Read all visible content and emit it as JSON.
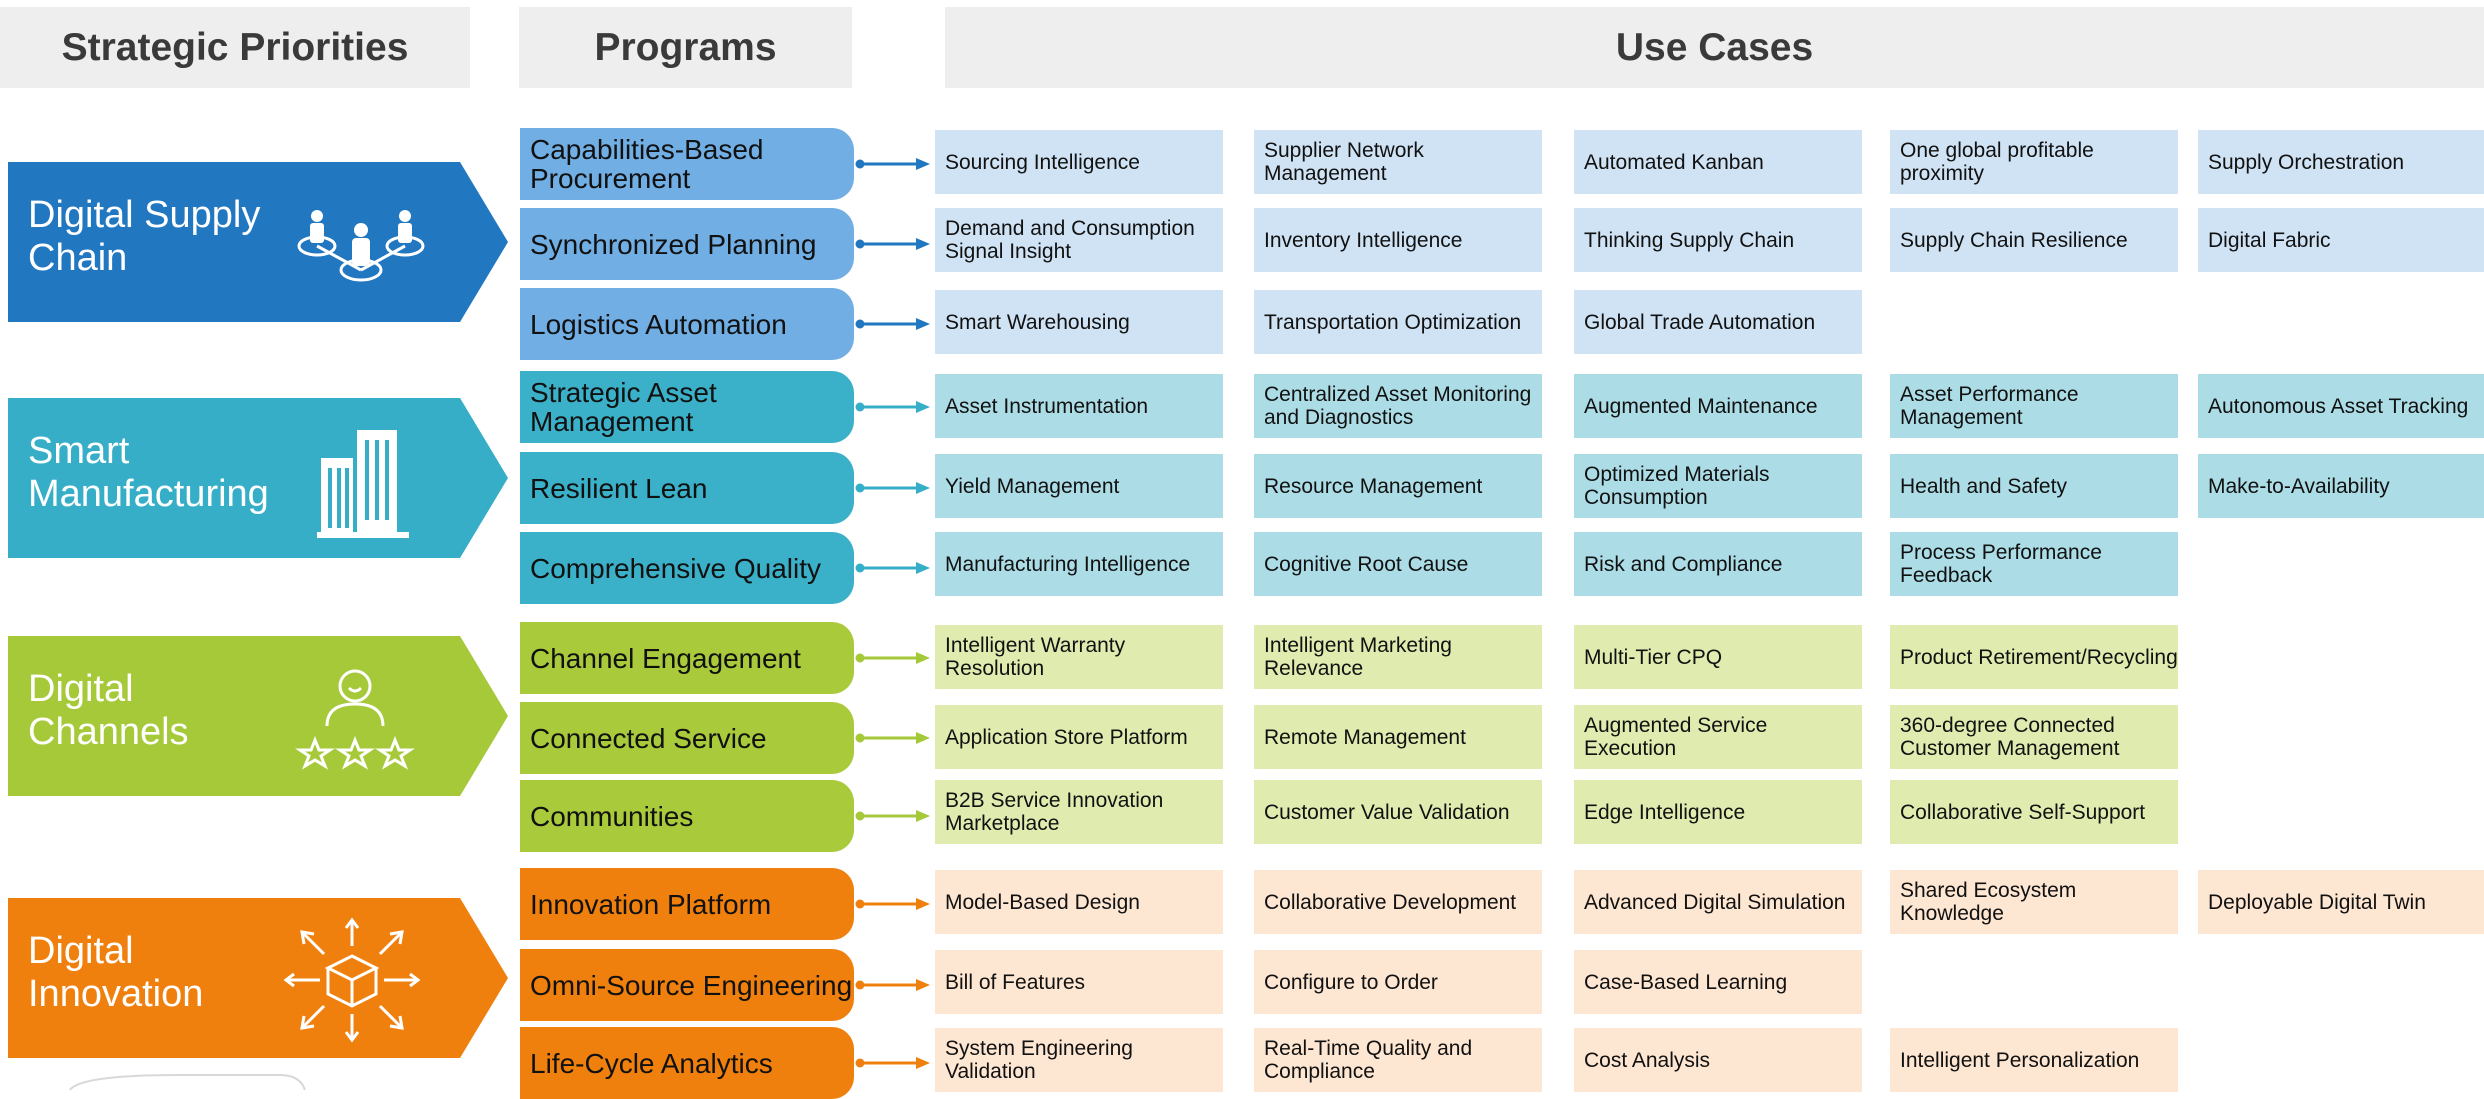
{
  "headers": {
    "strategic": "Strategic Priorities",
    "programs": "Programs",
    "use_cases": "Use Cases"
  },
  "colors": {
    "blue": "#2277c1",
    "teal": "#36aec7",
    "green": "#a6c93a",
    "orange": "#f0800d"
  },
  "pillars": [
    {
      "title": "Digital Supply\nChain",
      "icon": "people-network-icon"
    },
    {
      "title": "Smart\nManufacturing",
      "icon": "factory-buildings-icon"
    },
    {
      "title": "Digital\nChannels",
      "icon": "user-rating-stars-icon"
    },
    {
      "title": "Digital\nInnovation",
      "icon": "box-arrows-icon"
    }
  ],
  "programs": [
    "Capabilities-Based Procurement",
    "Synchronized Planning",
    "Logistics Automation",
    "Strategic Asset Management",
    "Resilient Lean",
    "Comprehensive Quality",
    "Channel Engagement",
    "Connected Service",
    "Communities",
    "Innovation Platform",
    "Omni-Source Engineering",
    "Life-Cycle Analytics"
  ],
  "use_cases": [
    [
      "Sourcing Intelligence",
      "Supplier Network Management",
      "Automated Kanban",
      "One global profitable proximity",
      "Supply Orchestration"
    ],
    [
      "Demand and Consumption Signal Insight",
      "Inventory Intelligence",
      "Thinking Supply Chain",
      "Supply Chain Resilience",
      "Digital Fabric"
    ],
    [
      "Smart Warehousing",
      "Transportation Optimization",
      "Global Trade Automation"
    ],
    [
      "Asset Instrumentation",
      "Centralized Asset Monitoring and Diagnostics",
      "Augmented Maintenance",
      "Asset Performance Management",
      "Autonomous Asset Tracking"
    ],
    [
      "Yield Management",
      "Resource Management",
      "Optimized Materials Consumption",
      "Health and Safety",
      "Make-to-Availability"
    ],
    [
      "Manufacturing Intelligence",
      "Cognitive Root Cause",
      "Risk and Compliance",
      "Process Performance Feedback"
    ],
    [
      "Intelligent Warranty Resolution",
      "Intelligent Marketing Relevance",
      "Multi-Tier CPQ",
      "Product Retirement/Recycling"
    ],
    [
      "Application Store Platform",
      "Remote Management",
      "Augmented Service Execution",
      "360-degree Connected Customer Management"
    ],
    [
      "B2B Service Innovation Marketplace",
      "Customer Value Validation",
      "Edge Intelligence",
      "Collaborative Self-Support"
    ],
    [
      "Model-Based Design",
      "Collaborative Development",
      "Advanced Digital Simulation",
      "Shared Ecosystem Knowledge",
      "Deployable Digital Twin"
    ],
    [
      "Bill of Features",
      "Configure to Order",
      "Case-Based Learning"
    ],
    [
      "System Engineering Validation",
      "Real-Time Quality and Compliance",
      "Cost Analysis",
      "Intelligent Personalization"
    ]
  ]
}
